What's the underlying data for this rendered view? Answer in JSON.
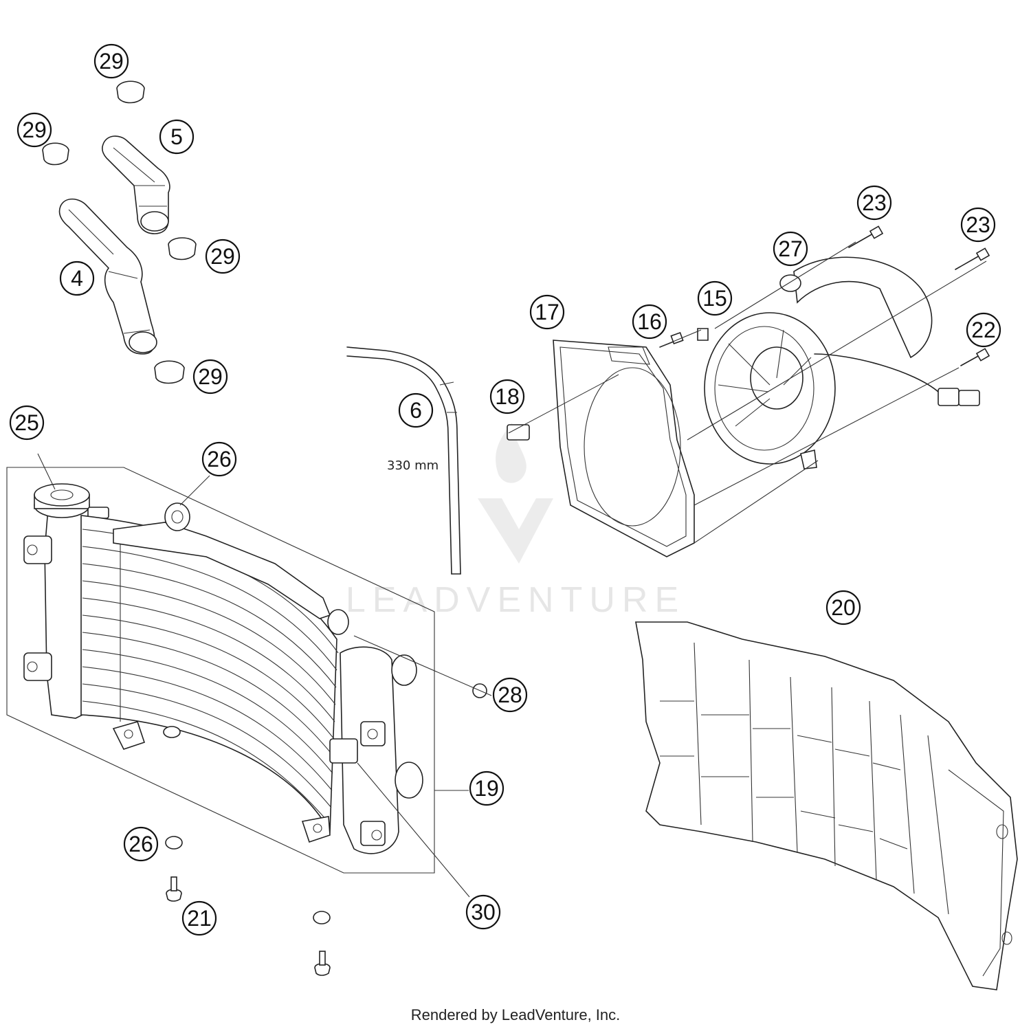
{
  "diagram": {
    "watermark": "LEADVENTURE",
    "dimension_label": "330 mm",
    "callouts": [
      "29",
      "29",
      "5",
      "29",
      "4",
      "29",
      "6",
      "25",
      "26",
      "28",
      "19",
      "26",
      "21",
      "30",
      "17",
      "16",
      "15",
      "27",
      "23",
      "23",
      "22",
      "18",
      "20"
    ]
  },
  "footer": {
    "text": "Rendered by LeadVenture, Inc."
  }
}
